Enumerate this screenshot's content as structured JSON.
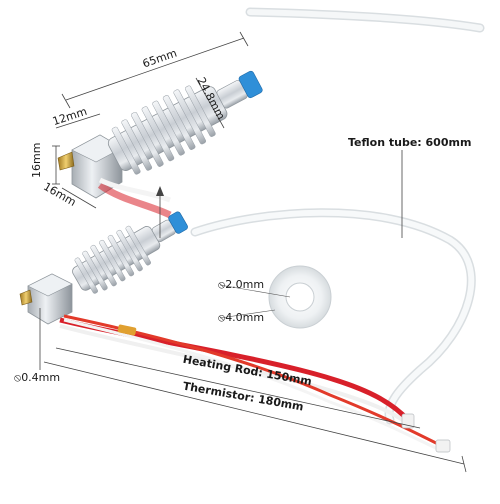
{
  "dimensions": {
    "length": "65mm",
    "heatsink_diameter": "24.8mm",
    "block_width": "12mm",
    "block_height": "16mm",
    "block_depth": "16mm",
    "nozzle": "0.4mm"
  },
  "tube": {
    "label": "Teflon tube: 600mm",
    "inner_diameter": "2.0mm",
    "outer_diameter": "4.0mm"
  },
  "wires": {
    "heating_rod": "Heating Rod: 150mm",
    "thermistor": "Thermistor: 180mm"
  },
  "colors": {
    "aluminium": "#d9dde2",
    "fitting_blue": "#2f8fd8",
    "brass": "#c8a040",
    "wire_red": "#d8202a",
    "wire_white": "#f4f4f4",
    "tube": "#eef1f3"
  },
  "icons": [
    "diameter-symbol"
  ]
}
